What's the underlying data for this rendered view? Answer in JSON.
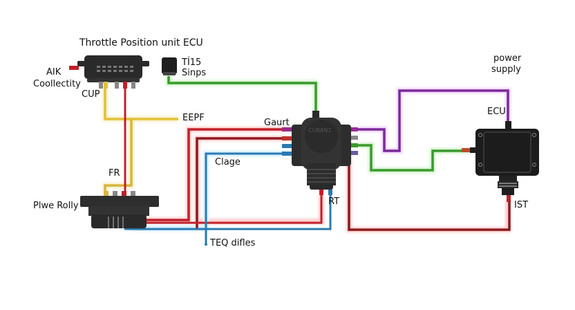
{
  "diagram": {
    "title": "Throttle Position unit ECU",
    "labels": {
      "aik": "AIK",
      "coollectity": "Coollectity",
      "cup": "CUP",
      "tv15": "TÍ15",
      "sinps": "Sinps",
      "eepf": "EEPF",
      "fr": "FR",
      "pwe_rolly": "Plwe Rolly",
      "gaurt": "Gaurt",
      "clage": "Clage",
      "rt": "RT",
      "teq_difles": "TEQ difles",
      "power_supply_1": "power",
      "power_supply_2": "supply",
      "ecu": "ECU",
      "ist": "IST",
      "center_component": "CUBAN1"
    },
    "components": [
      {
        "id": "throttle-ecu-connector",
        "label": "Throttle Position unit ECU"
      },
      {
        "id": "tv15-sensor",
        "label": "TÍ15 Sinps"
      },
      {
        "id": "power-relay-connector",
        "label": "Plwe Rolly"
      },
      {
        "id": "central-junction",
        "label": "Gaurt"
      },
      {
        "id": "ecu-box",
        "label": "ECU"
      }
    ],
    "wire_colors": {
      "red": "#c0202a",
      "dark_red": "#8b1a1f",
      "yellow": "#e2c03a",
      "green": "#3a9a2e",
      "blue": "#2a7ab0",
      "purple": "#7a2a9a",
      "component": "#2a2a2a"
    }
  }
}
